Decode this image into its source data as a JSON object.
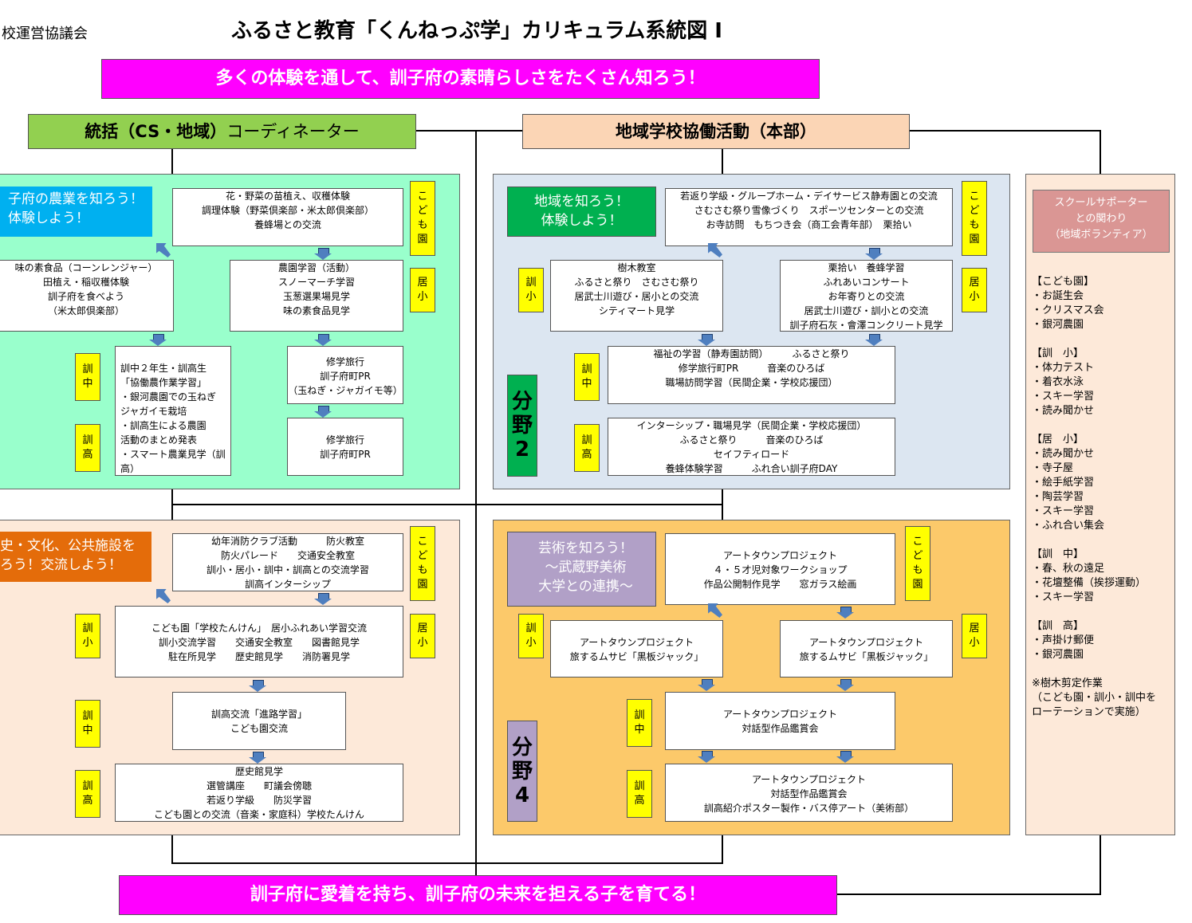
{
  "header": {
    "org": "校運営協議会",
    "title": "ふるさと教育「くんねっぷ学」カリキュラム系統図 Ⅰ"
  },
  "banner_top": "多くの体験を通して、訓子府の素晴らしさをたくさん知ろう！",
  "banner_bottom": "訓子府に愛着を持ち、訓子府の未来を担える子を育てる！",
  "coordinator": {
    "bold": "統括（CS・地域）",
    "normal": "コーディネーター"
  },
  "headquarters": "地域学校協働活動（本部）",
  "panel_agri": {
    "title": "子府の農業を知ろう！\n体験しよう！",
    "boxes": {
      "kodomo": "花・野菜の苗植え、収穫体験\n調理体験（野菜倶楽部・米太郎倶楽部）\n養蜂場との交流",
      "kunsho": "味の素食品（コーンレンジャー）\n田植え・稲収穫体験\n訓子府を食べよう\n（米太郎倶楽部）",
      "oriko": "農園学習（活動）\nスノーマーチ学習\n玉葱選果場見学\n味の素食品見学",
      "chu_left": "訓中２年生・訓高生\n 「協働農作業学習」\n・銀河農園での玉ねぎ\n ジャガイモ栽培\n・訓高生による農園\n 活動のまとめ発表\n・スマート農業見学（訓高）",
      "chu_right": "修学旅行\n訓子府町PR\n（玉ねぎ・ジャガイモ等）",
      "ko_right": "修学旅行\n訓子府町PR"
    },
    "tags": {
      "kodomo": "こ\nど\nも\n園",
      "oriko": "居\n小",
      "chu": "訓\n中",
      "ko": "訓\n高"
    }
  },
  "panel_region": {
    "title": "地域を知ろう！\n体験しよう！",
    "field_label": "分\n野\n2",
    "boxes": {
      "kodomo": "若返り学級・グループホーム・デイサービス静寿園との交流\nさむさむ祭り雪像づくり　スポーツセンターとの交流\nお寺訪問　もちつき会（商工会青年部）　栗拾い",
      "kunsho": "樹木教室\nふるさと祭り　さむさむ祭り\n居武士川遊び・居小との交流\nシティマート見学",
      "oriko": "栗拾い　養蜂学習\nふれあいコンサート\nお年寄りとの交流\n居武士川遊び・訓小との交流\n訓子府石灰・會澤コンクリート見学",
      "chu": "福祉の学習（静寿園訪問）　　　ふるさと祭り\n修学旅行町PR　　　音楽のひろば\n職場訪問学習（民間企業・学校応援団）",
      "ko": "インターシップ・職場見学（民間企業・学校応援団）\nふるさと祭り　　　音楽のひろば\nセイフティロード\n養蜂体験学習　　　ふれ合い訓子府DAY"
    },
    "tags": {
      "kodomo": "こ\nど\nも\n園",
      "kunsho": "訓\n小",
      "oriko": "居\n小",
      "chu": "訓\n中",
      "ko": "訓\n高"
    }
  },
  "panel_history": {
    "title": "史・文化、公共施設を\nろう！交流しよう！",
    "boxes": {
      "kodomo": "幼年消防クラブ活動　　　防火教室\n防火パレード　　交通安全教室\n訓小・居小・訓中・訓高との交流学習\n訓高インターシップ",
      "sho": "こども園「学校たんけん」　居小ふれあい学習交流\n訓小交流学習　　交通安全教室　　図書館見学\n駐在所見学　　歴史館見学　　消防署見学",
      "chu": "訓高交流「進路学習」\nこども園交流",
      "ko": "歴史館見学\n選管講座　　町議会傍聴\n若返り学級　　防災学習\nこども園との交流（音楽・家庭科）学校たんけん"
    },
    "tags": {
      "kodomo": "こ\nど\nも\n園",
      "kunsho": "訓\n小",
      "oriko": "居\n小",
      "chu": "訓\n中",
      "ko": "訓\n高"
    }
  },
  "panel_art": {
    "title": "芸術を知ろう！\n～武蔵野美術\n大学との連携～",
    "field_label": "分\n野\n4",
    "boxes": {
      "kodomo": "アートタウンプロジェクト\n４・５才児対象ワークショップ\n作品公開制作見学　　窓ガラス絵画",
      "kunsho": "アートタウンプロジェクト\n旅するムサビ「黒板ジャック」",
      "oriko": "アートタウンプロジェクト\n旅するムサビ「黒板ジャック」",
      "chu": "アートタウンプロジェクト\n対話型作品鑑賞会",
      "ko": "アートタウンプロジェクト\n対話型作品鑑賞会\n訓高紹介ポスター製作・バス停アート（美術部）"
    },
    "tags": {
      "kodomo": "こ\nど\nも\n園",
      "kunsho": "訓\n小",
      "oriko": "居\n小",
      "chu": "訓\n中",
      "ko": "訓\n高"
    }
  },
  "supporter": {
    "title": "スクールサポーター\nとの関わり\n（地域ボランティア）",
    "list": "【こども園】\n・お誕生会\n・クリスマス会\n・銀河農園\n\n【訓　小】\n・体力テスト\n・着衣水泳\n・スキー学習\n・読み聞かせ\n\n【居　小】\n・読み聞かせ\n・寺子屋\n・絵手紙学習\n・陶芸学習\n・スキー学習\n・ふれ合い集会\n\n【訓　中】\n・春、秋の遠足\n・花壇整備（挨拶運動）\n・スキー学習\n\n【訓　高】\n・声掛け郵便\n・銀河農園\n\n※樹木剪定作業\n（こども園・訓小・訓中を\nローテーションで実施）"
  },
  "colors": {
    "magenta": "#ff00ff",
    "green_header": "#92d050",
    "peach": "#fbd5b5",
    "agri_panel": "#99ffcc",
    "region_panel": "#dce6f1",
    "history_panel": "#fde9d9",
    "art_panel": "#fcc96a",
    "supporter_panel": "#fde9d9",
    "tag_yellow": "#ffff00"
  }
}
